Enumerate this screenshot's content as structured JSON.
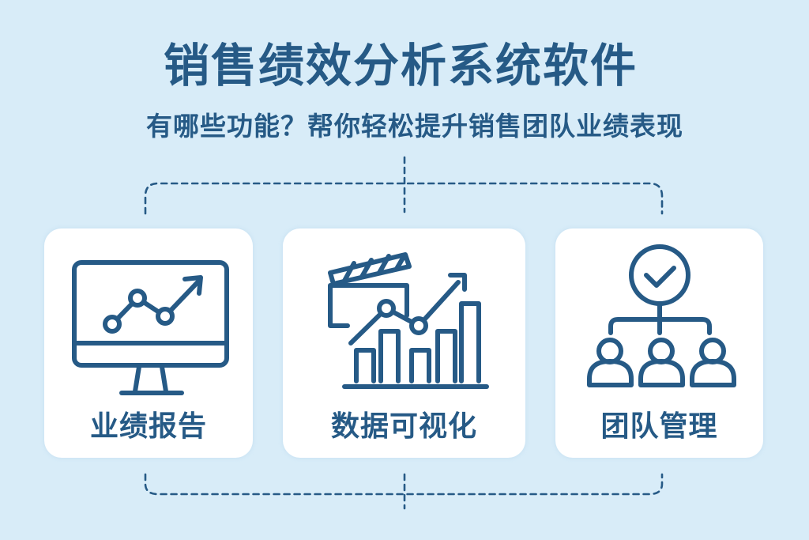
{
  "header": {
    "title": "销售绩效分析系统软件",
    "subtitle": "有哪些功能？帮你轻松提升销售团队业绩表现"
  },
  "cards": [
    {
      "label": "业绩报告",
      "icon": "monitor-line-chart-icon"
    },
    {
      "label": "数据可视化",
      "icon": "clapperboard-bar-chart-icon"
    },
    {
      "label": "团队管理",
      "icon": "team-hierarchy-icon"
    }
  ],
  "colors": {
    "background": "#d8ecf8",
    "primary": "#265a86",
    "card": "#ffffff"
  }
}
